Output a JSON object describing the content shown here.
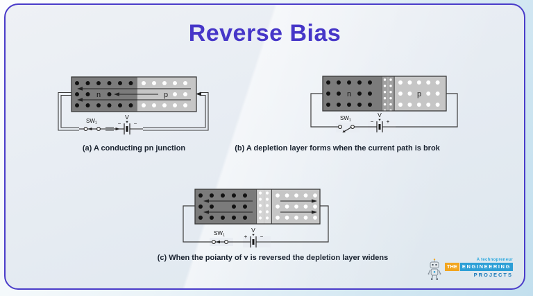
{
  "page": {
    "title": "Reverse Bias"
  },
  "figures": [
    {
      "id": "a",
      "caption": "(a) A conducting pn junction",
      "n_label": "n",
      "p_label": "p",
      "switch": {
        "label": "SW",
        "sub": "1",
        "state": "closed"
      },
      "battery": {
        "label": "V",
        "left_sign": "−",
        "right_sign": "−"
      }
    },
    {
      "id": "b",
      "caption": "(b) A depletion layer forms when the current path is brok",
      "n_label": "n",
      "p_label": "p",
      "switch": {
        "label": "SW",
        "sub": "1",
        "state": "open"
      },
      "battery": {
        "label": "V",
        "left_sign": "−",
        "right_sign": "+"
      }
    },
    {
      "id": "c",
      "caption": "(c) When the poianty of v is reversed the depletion layer widens",
      "switch": {
        "label": "SW",
        "sub": "1",
        "state": "closed"
      },
      "battery": {
        "label": "V",
        "left_sign": "+",
        "right_sign": "−"
      }
    }
  ],
  "logo": {
    "tagline": "A technopreneur",
    "badge_primary": "THE",
    "badge_secondary": "ENGINEERING",
    "wordmark": "PROJECTS"
  },
  "colors": {
    "accent_border": "#4a3cc9",
    "title_text": "#4636c8",
    "n_region": "#7b7b7b",
    "p_region": "#c6c6c6",
    "depletion_b": "#a0a0a0",
    "depletion_c": "#d4d4d4",
    "logo_orange": "#f2a51e",
    "logo_blue": "#2d9fd6",
    "logo_dark_blue": "#1878b8",
    "caption_text": "#1a2330"
  }
}
